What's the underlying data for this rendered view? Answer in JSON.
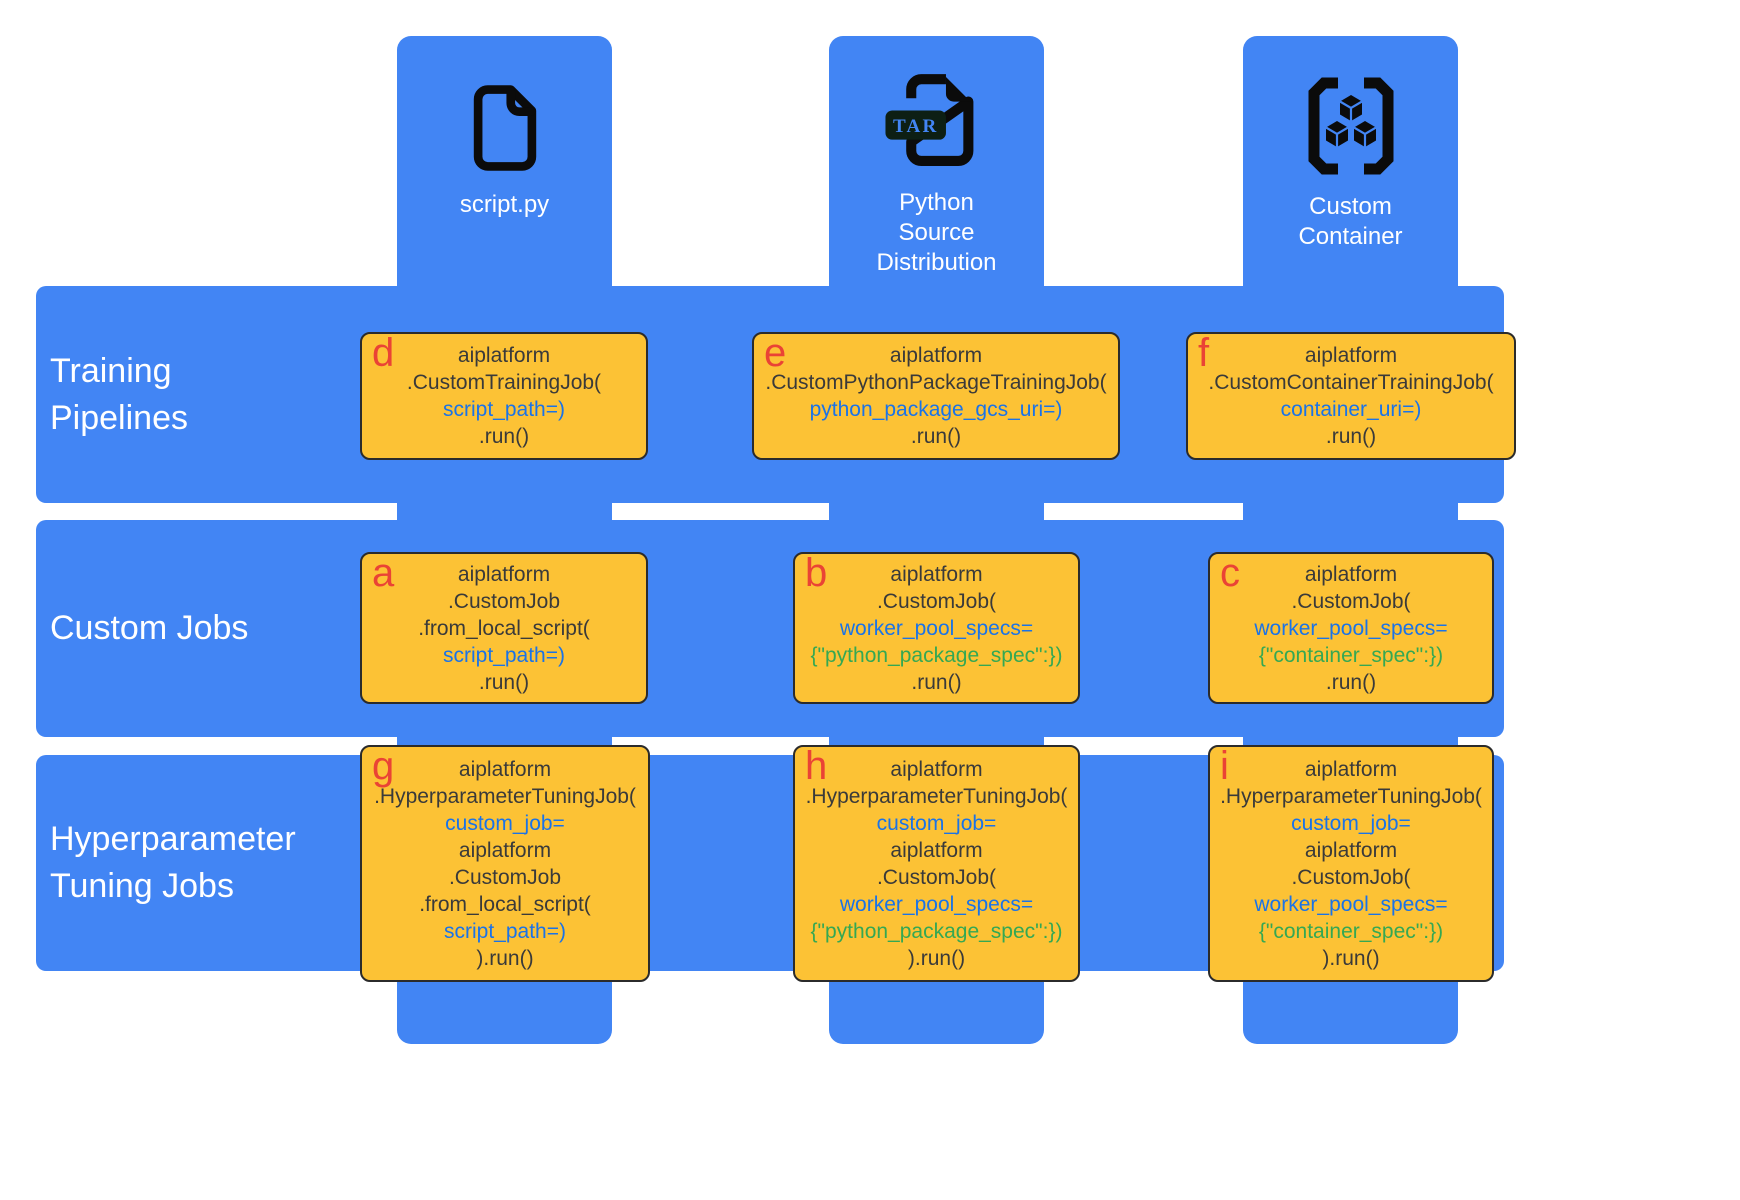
{
  "colors": {
    "band-blue": "#4285F4",
    "box-yellow": "#FCC235",
    "letter-red": "#EA4335",
    "code-dark": "#3A3A3A",
    "code-blue": "#1A73E8",
    "code-green": "#34A853",
    "icon-black": "#0B0B0B",
    "label-white": "#FFFFFF",
    "box-border": "#2B2B2B",
    "badge-dark": "#0D1F14"
  },
  "columns": [
    {
      "label": "script.py",
      "icon": "file-icon"
    },
    {
      "label": "Python\nSource\nDistribution",
      "icon": "tar-file-icon",
      "badge": "TAR"
    },
    {
      "label": "Custom\nContainer",
      "icon": "container-icon"
    }
  ],
  "rows": [
    {
      "label": "Training\nPipelines"
    },
    {
      "label": "Custom Jobs"
    },
    {
      "label": "Hyperparameter\nTuning Jobs"
    }
  ],
  "boxes": [
    {
      "letter": "a",
      "lines": [
        {
          "t": "aiplatform",
          "c": "dark"
        },
        {
          "t": ".CustomJob",
          "c": "dark"
        },
        {
          "t": ".from_local_script(",
          "c": "dark"
        },
        {
          "t": "script_path=)",
          "c": "blue"
        },
        {
          "t": ".run()",
          "c": "dark"
        }
      ]
    },
    {
      "letter": "b",
      "lines": [
        {
          "t": "aiplatform",
          "c": "dark"
        },
        {
          "t": ".CustomJob(",
          "c": "dark"
        },
        {
          "t": "worker_pool_specs=",
          "c": "blue"
        },
        {
          "t": "{\"python_package_spec\":})",
          "c": "green"
        },
        {
          "t": ".run()",
          "c": "dark"
        }
      ]
    },
    {
      "letter": "c",
      "lines": [
        {
          "t": "aiplatform",
          "c": "dark"
        },
        {
          "t": ".CustomJob(",
          "c": "dark"
        },
        {
          "t": "worker_pool_specs=",
          "c": "blue"
        },
        {
          "t": "{\"container_spec\":})",
          "c": "green"
        },
        {
          "t": ".run()",
          "c": "dark"
        }
      ]
    },
    {
      "letter": "d",
      "lines": [
        {
          "t": "aiplatform",
          "c": "dark"
        },
        {
          "t": ".CustomTrainingJob(",
          "c": "dark"
        },
        {
          "t": "script_path=)",
          "c": "blue"
        },
        {
          "t": ".run()",
          "c": "dark"
        }
      ]
    },
    {
      "letter": "e",
      "lines": [
        {
          "t": "aiplatform",
          "c": "dark"
        },
        {
          "t": ".CustomPythonPackageTrainingJob(",
          "c": "dark"
        },
        {
          "t": "python_package_gcs_uri=)",
          "c": "blue"
        },
        {
          "t": ".run()",
          "c": "dark"
        }
      ]
    },
    {
      "letter": "f",
      "lines": [
        {
          "t": "aiplatform",
          "c": "dark"
        },
        {
          "t": ".CustomContainerTrainingJob(",
          "c": "dark"
        },
        {
          "t": "container_uri=)",
          "c": "blue"
        },
        {
          "t": ".run()",
          "c": "dark"
        }
      ]
    },
    {
      "letter": "g",
      "lines": [
        {
          "t": "aiplatform",
          "c": "dark"
        },
        {
          "t": ".HyperparameterTuningJob(",
          "c": "dark"
        },
        {
          "t": "custom_job=",
          "c": "blue"
        },
        {
          "t": "aiplatform",
          "c": "dark"
        },
        {
          "t": ".CustomJob",
          "c": "dark"
        },
        {
          "t": ".from_local_script(",
          "c": "dark"
        },
        {
          "t": "script_path=)",
          "c": "blue"
        },
        {
          "t": ").run()",
          "c": "dark"
        }
      ]
    },
    {
      "letter": "h",
      "lines": [
        {
          "t": "aiplatform",
          "c": "dark"
        },
        {
          "t": ".HyperparameterTuningJob(",
          "c": "dark"
        },
        {
          "t": "custom_job=",
          "c": "blue"
        },
        {
          "t": "aiplatform",
          "c": "dark"
        },
        {
          "t": ".CustomJob(",
          "c": "dark"
        },
        {
          "t": "worker_pool_specs=",
          "c": "blue"
        },
        {
          "t": "{\"python_package_spec\":})",
          "c": "green"
        },
        {
          "t": ").run()",
          "c": "dark"
        }
      ]
    },
    {
      "letter": "i",
      "lines": [
        {
          "t": "aiplatform",
          "c": "dark"
        },
        {
          "t": ".HyperparameterTuningJob(",
          "c": "dark"
        },
        {
          "t": "custom_job=",
          "c": "blue"
        },
        {
          "t": "aiplatform",
          "c": "dark"
        },
        {
          "t": ".CustomJob(",
          "c": "dark"
        },
        {
          "t": "worker_pool_specs=",
          "c": "blue"
        },
        {
          "t": "{\"container_spec\":})",
          "c": "green"
        },
        {
          "t": ").run()",
          "c": "dark"
        }
      ]
    }
  ]
}
